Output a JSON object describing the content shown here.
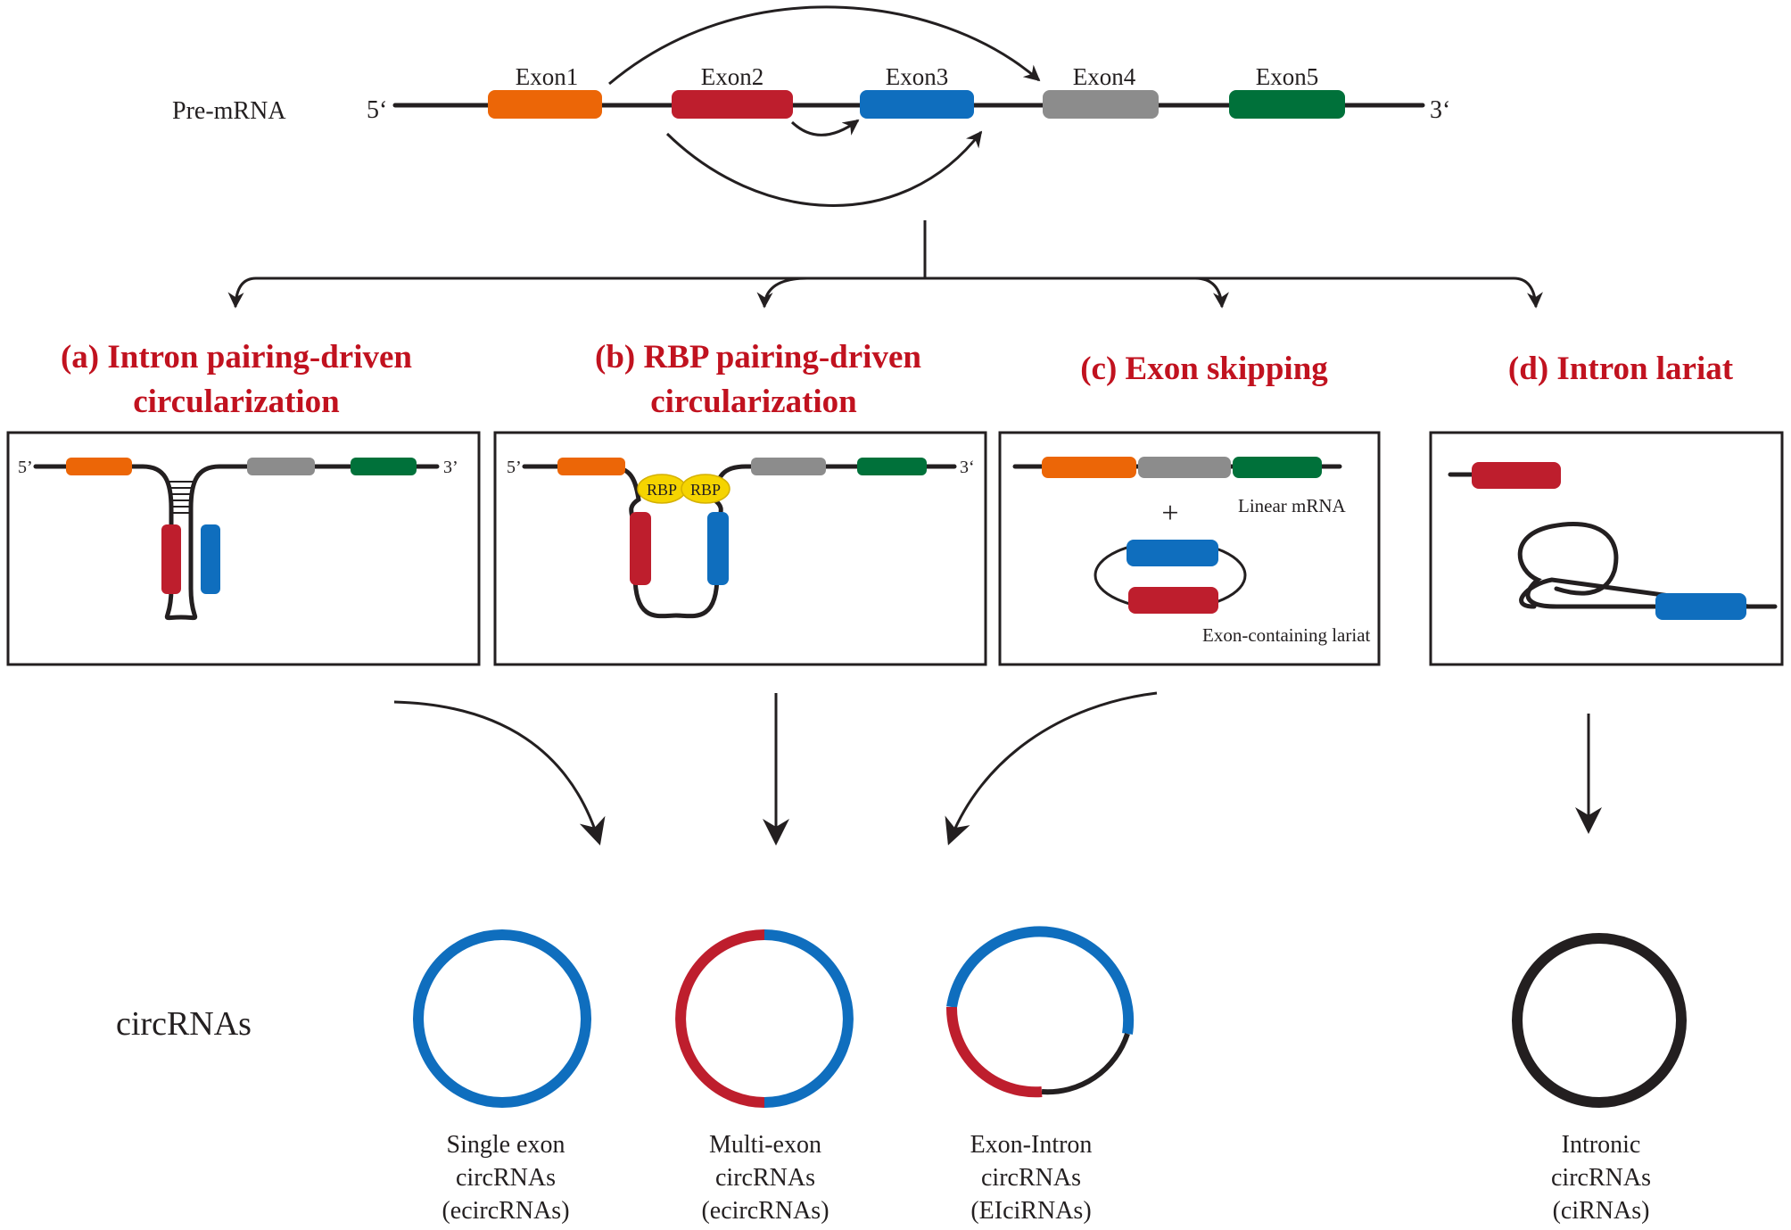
{
  "pre_mrna": {
    "label": "Pre-mRNA",
    "five_prime": "5‘",
    "three_prime": "3‘",
    "exons": [
      {
        "label": "Exon1",
        "color": "#ec6607"
      },
      {
        "label": "Exon2",
        "color": "#be1e2d"
      },
      {
        "label": "Exon3",
        "color": "#0f6ebe"
      },
      {
        "label": "Exon4",
        "color": "#8c8c8c"
      },
      {
        "label": "Exon5",
        "color": "#00713a"
      }
    ]
  },
  "mechanisms": [
    {
      "line1": "(a)  Intron pairing-driven",
      "line2": "circularization"
    },
    {
      "line1": "(b)  RBP pairing-driven",
      "line2": "circularization"
    },
    {
      "line1": "(c)  Exon skipping",
      "line2": ""
    },
    {
      "line1": "(d)  Intron lariat",
      "line2": ""
    }
  ],
  "panel_a": {
    "five_prime": "5’",
    "three_prime": "3’"
  },
  "panel_b": {
    "five_prime": "5’",
    "three_prime": "3‘",
    "rbp_left": "RBP",
    "rbp_right": "RBP"
  },
  "panel_c": {
    "plus": "+",
    "linear_label": "Linear mRNA",
    "lariat_label": "Exon-containing lariat"
  },
  "circrnas": {
    "label": "circRNAs",
    "types": [
      {
        "line1": "Single exon",
        "line2": "circRNAs",
        "line3": "(ecircRNAs)"
      },
      {
        "line1": "Multi-exon",
        "line2": "circRNAs",
        "line3": "(ecircRNAs)"
      },
      {
        "line1": "Exon-Intron",
        "line2": "circRNAs",
        "line3": "(EIciRNAs)"
      },
      {
        "line1": "Intronic",
        "line2": "circRNAs",
        "line3": "(ciRNAs)"
      }
    ]
  },
  "colors": {
    "title": "#c1121f",
    "line": "#231f20",
    "rbp": "#f5d400",
    "exon1": "#ec6607",
    "exon2": "#be1e2d",
    "exon3": "#0f6ebe",
    "exon4": "#8c8c8c",
    "exon5": "#00713a"
  }
}
